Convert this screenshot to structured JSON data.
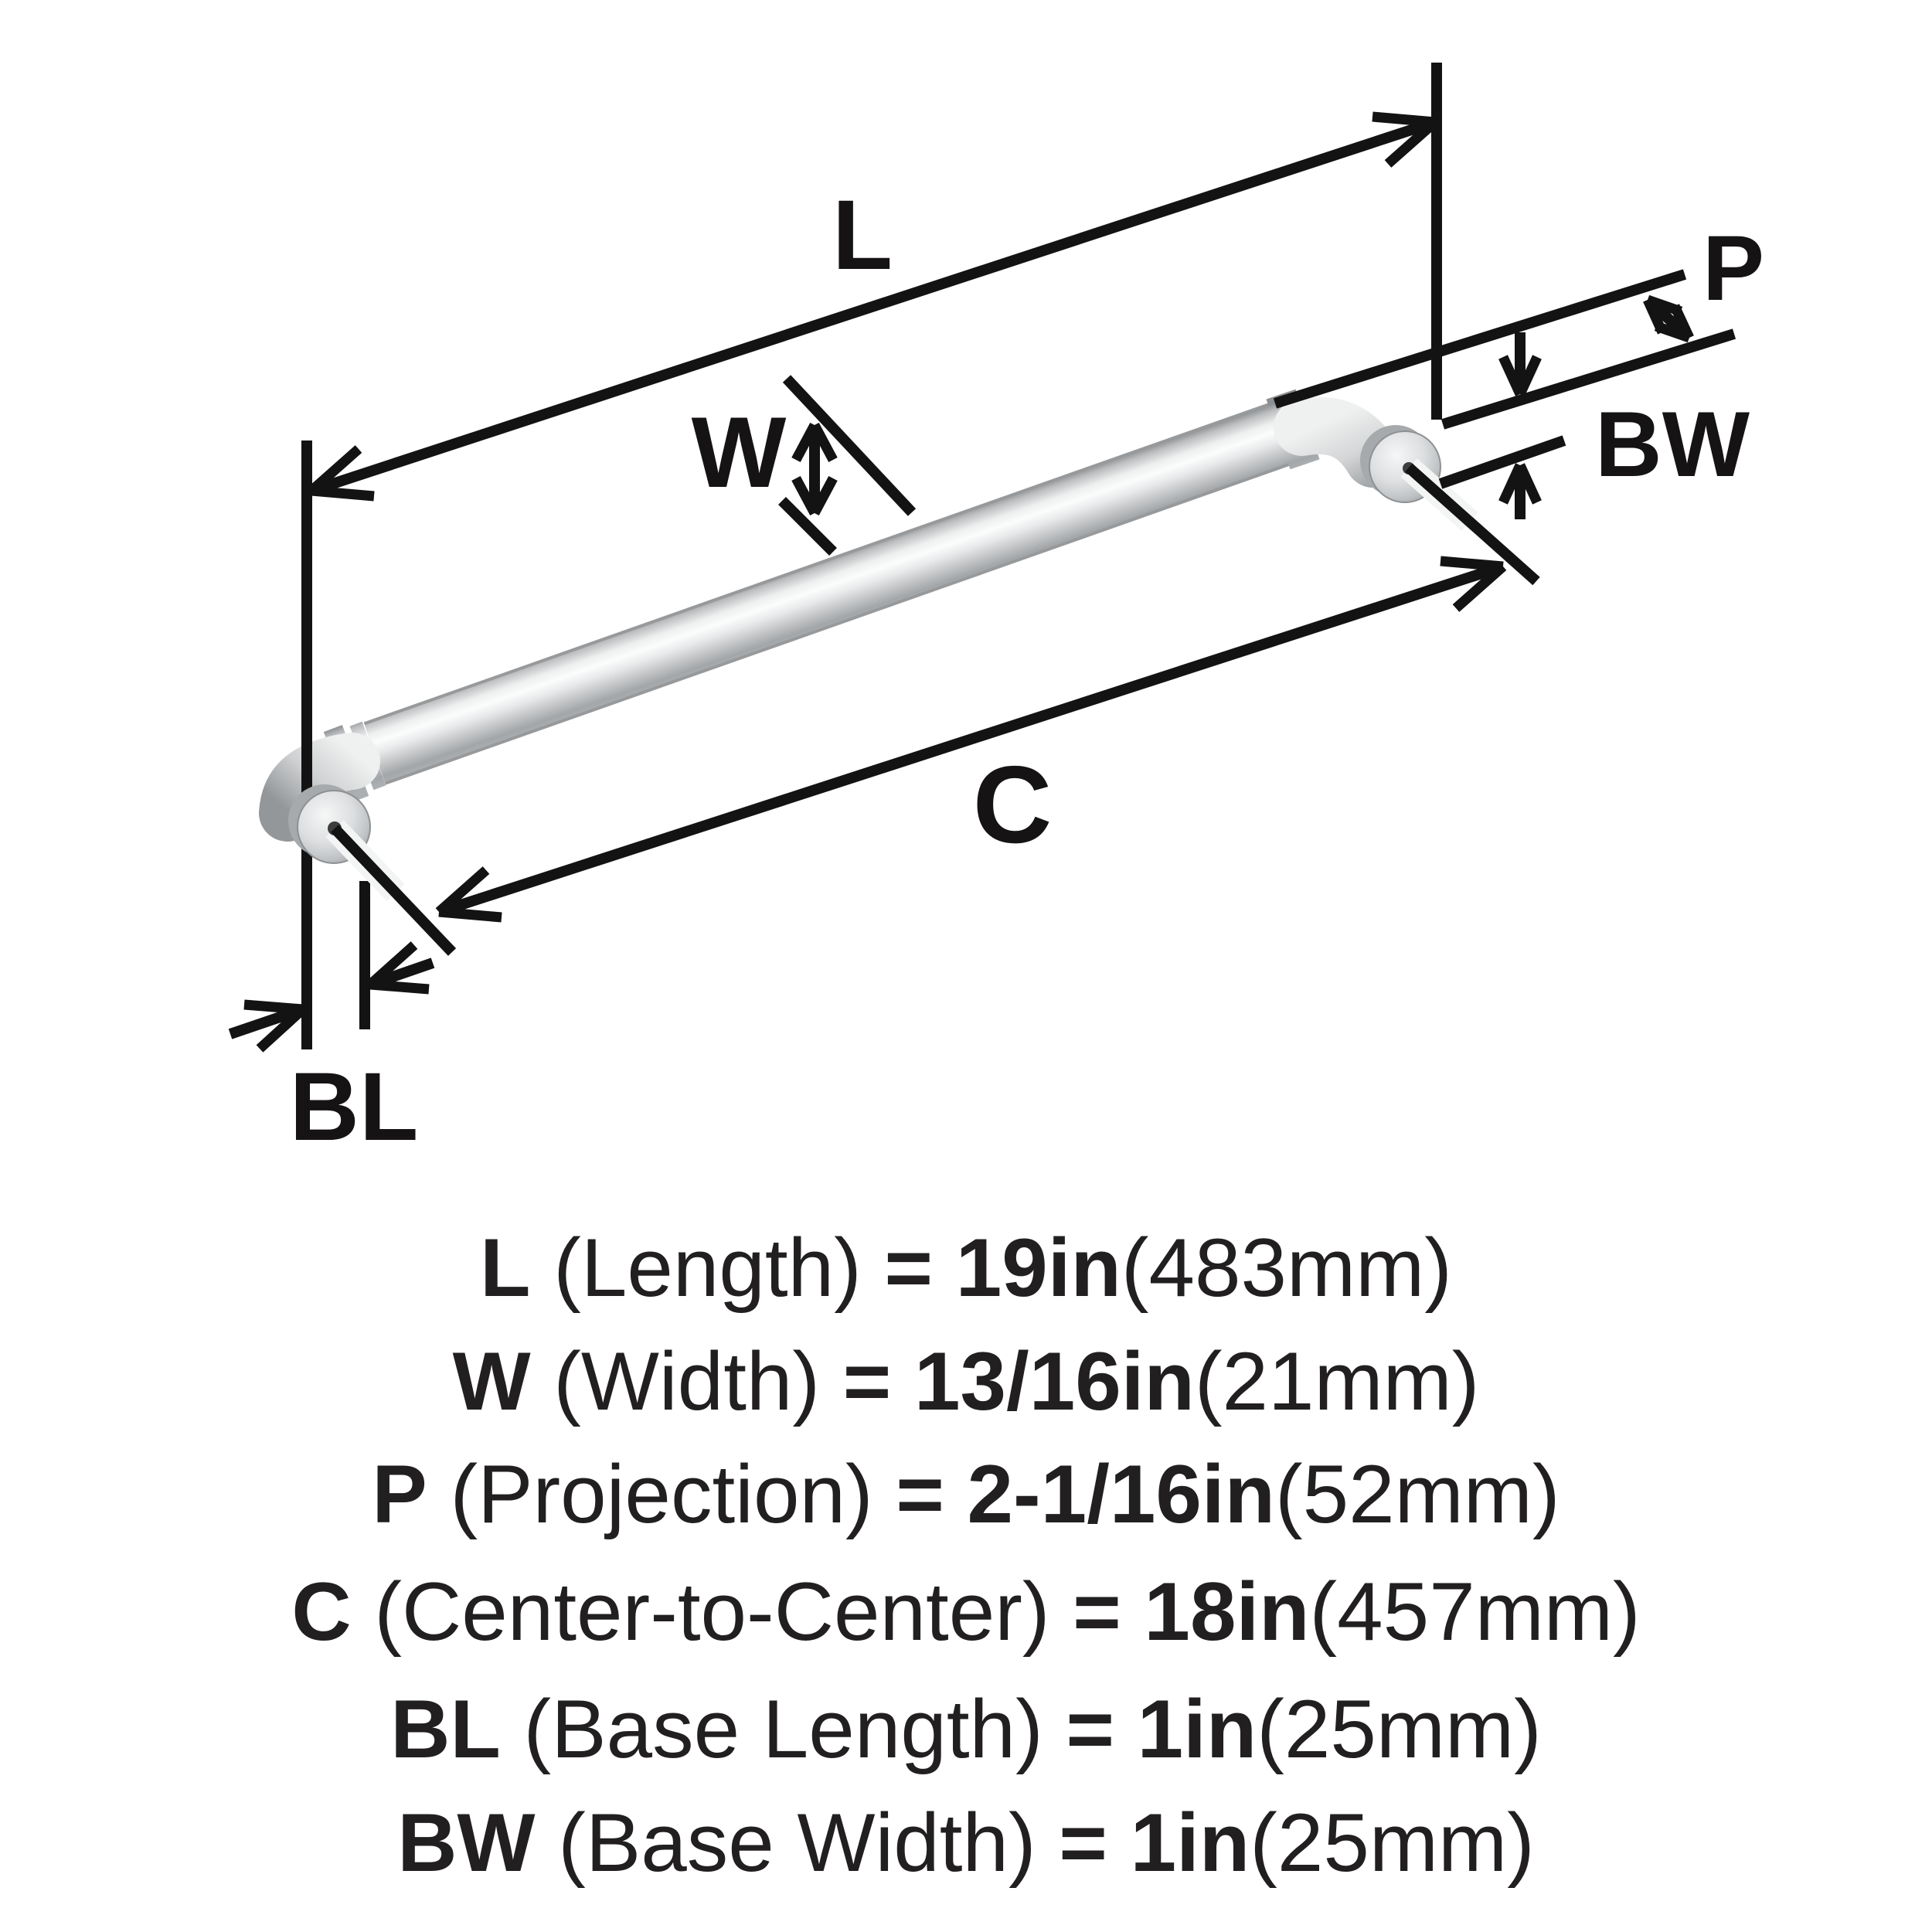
{
  "page": {
    "background_color": "#ffffff",
    "line_color": "#131313",
    "text_color": "#221f20"
  },
  "diagram": {
    "description": "Isometric dimension drawing of a brushed-nickel cabinet pull handle",
    "metal_colors": {
      "highlight": "#fbfcfc",
      "mid": "#d5d7d8",
      "shadow": "#8d9092"
    },
    "labels": {
      "length": "L",
      "width": "W",
      "projection": "P",
      "center_to_center": "C",
      "base_length": "BL",
      "base_width": "BW"
    }
  },
  "specs": [
    {
      "code": "L",
      "name": " (Length) ",
      "value": "= 19in",
      "metric": "(483mm)"
    },
    {
      "code": "W",
      "name": " (Width) ",
      "value": "= 13/16in",
      "metric": "(21mm)"
    },
    {
      "code": "P",
      "name": " (Projection) ",
      "value": "= 2-1/16in",
      "metric": "(52mm)"
    },
    {
      "code": "C",
      "name": " (Center-to-Center) ",
      "value": "= 18in",
      "metric": "(457mm)"
    },
    {
      "code": "BL",
      "name": " (Base Length) ",
      "value": "= 1in",
      "metric": "(25mm)"
    },
    {
      "code": "BW",
      "name": " (Base Width) ",
      "value": "= 1in",
      "metric": "(25mm)"
    }
  ]
}
